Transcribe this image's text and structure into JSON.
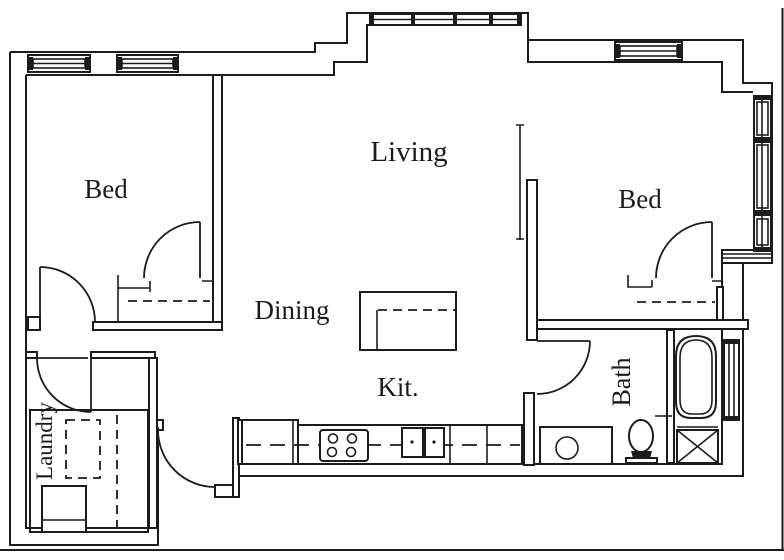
{
  "floorplan": {
    "rooms": [
      {
        "id": "bed-left",
        "label": "Bed"
      },
      {
        "id": "living",
        "label": "Living"
      },
      {
        "id": "bed-right",
        "label": "Bed"
      },
      {
        "id": "dining",
        "label": "Dining"
      },
      {
        "id": "kitchen",
        "label": "Kit."
      },
      {
        "id": "bath",
        "label": "Bath"
      },
      {
        "id": "laundry",
        "label": "Laundry"
      }
    ],
    "colors": {
      "wall_line": "#1c1c1c",
      "background": "#ffffff"
    }
  }
}
